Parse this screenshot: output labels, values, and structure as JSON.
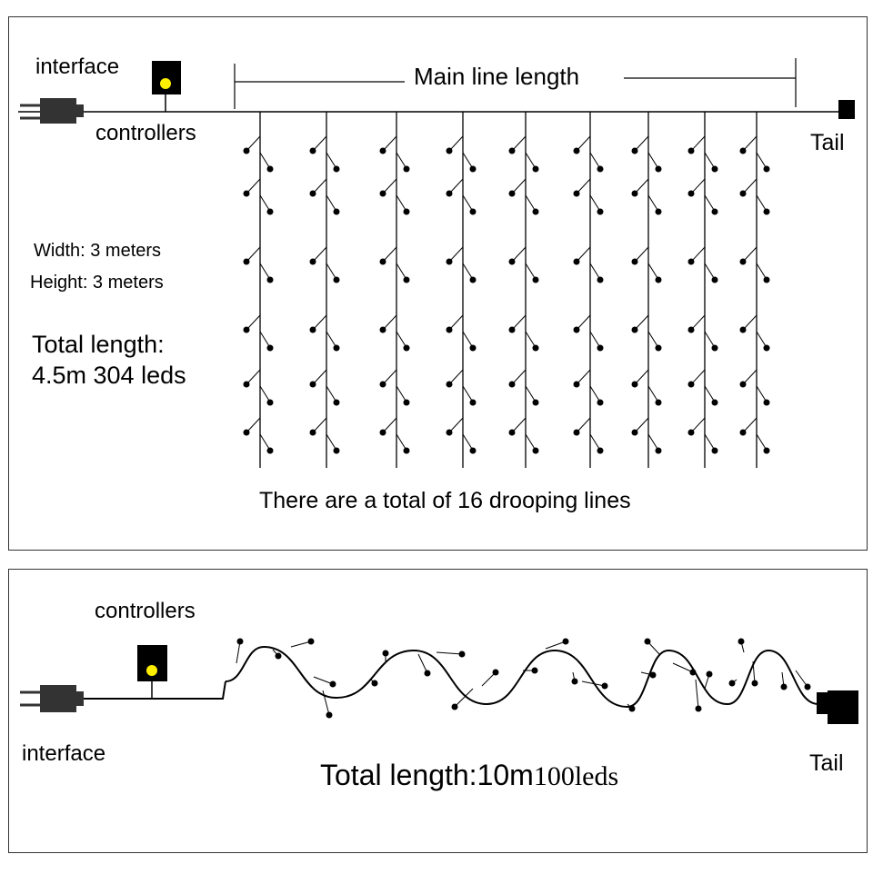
{
  "top": {
    "interface_label": "interface",
    "controllers_label": "controllers",
    "main_line_label": "Main line length",
    "tail_label": "Tail",
    "width_text": "Width: 3 meters",
    "height_text": "Height: 3 meters",
    "total_length_line1": "Total length:",
    "total_length_line2": "4.5m 304 leds",
    "drooping_text": "There are a total of 16 drooping lines"
  },
  "bottom": {
    "controllers_label": "controllers",
    "interface_label": "interface",
    "tail_label": "Tail",
    "total_length_text": "Total length:10m",
    "leds_text": "100leds"
  },
  "colors": {
    "led_indicator": "#ffee00",
    "outline": "#000000"
  },
  "icons": [
    "plug-icon",
    "controller-icon",
    "tail-cap-icon",
    "led-bulb-icon"
  ]
}
